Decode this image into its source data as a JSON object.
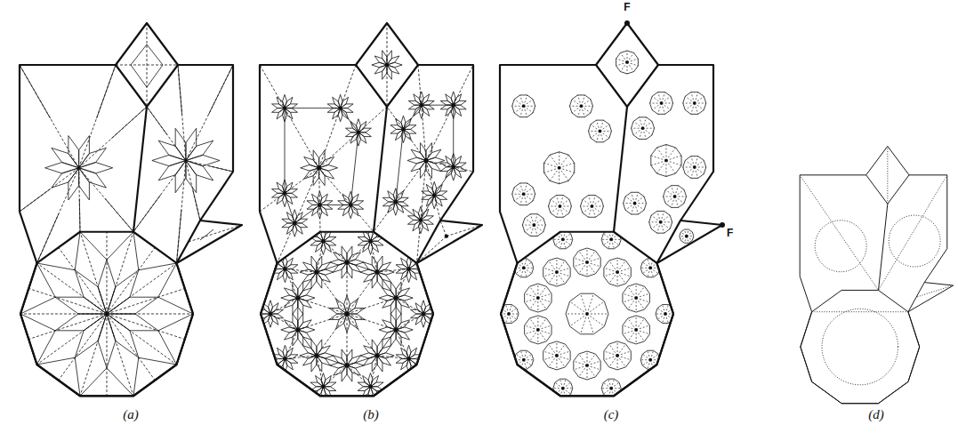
{
  "diagram": {
    "labels": [
      "(a)",
      "(b)",
      "(c)",
      "(d)",
      "F",
      "F"
    ]
  }
}
